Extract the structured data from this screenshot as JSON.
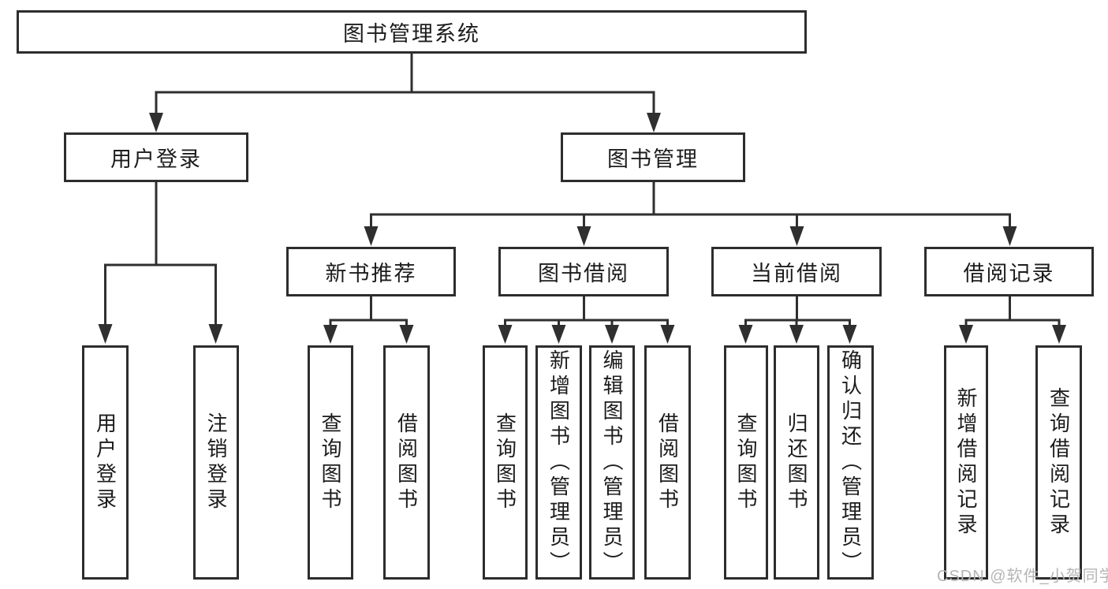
{
  "diagram": {
    "root": {
      "label": "图书管理系统",
      "children": [
        {
          "label": "用户登录",
          "children": [
            {
              "label": "用户登录"
            },
            {
              "label": "注销登录"
            }
          ]
        },
        {
          "label": "图书管理",
          "children": [
            {
              "label": "新书推荐",
              "children": [
                {
                  "label": "查询图书"
                },
                {
                  "label": "借阅图书"
                }
              ]
            },
            {
              "label": "图书借阅",
              "children": [
                {
                  "label": "查询图书"
                },
                {
                  "label": "新增图书（管理员）"
                },
                {
                  "label": "编辑图书（管理员）"
                },
                {
                  "label": "借阅图书"
                }
              ]
            },
            {
              "label": "当前借阅",
              "children": [
                {
                  "label": "查询图书"
                },
                {
                  "label": "归还图书"
                },
                {
                  "label": "确认归还（管理员）"
                }
              ]
            },
            {
              "label": "借阅记录",
              "children": [
                {
                  "label": "新增借阅记录"
                },
                {
                  "label": "查询借阅记录"
                }
              ]
            }
          ]
        }
      ]
    }
  },
  "watermark": {
    "text": "CSDN @软件_小贺同学"
  },
  "colors": {
    "line": "#2f2f2f",
    "box_border": "#2d2d2d",
    "text": "#1c1c1c",
    "watermark": "#b5b5b5",
    "background": "#ffffff"
  }
}
